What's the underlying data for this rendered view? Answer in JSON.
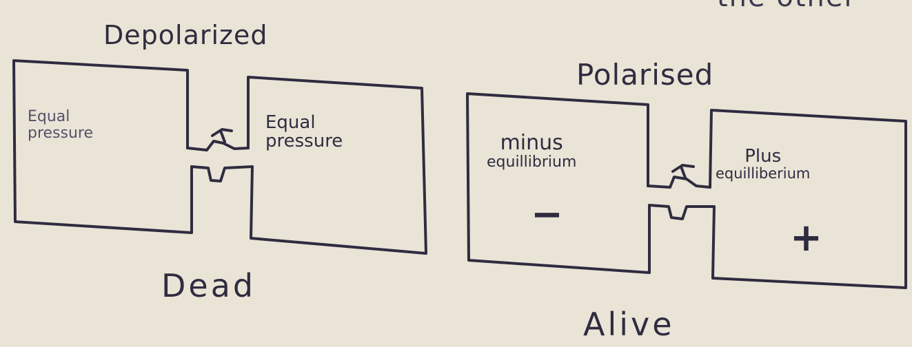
{
  "top_fragment": "the other",
  "left": {
    "title": "Depolarized",
    "box1_line1": "Equal",
    "box1_line2": "pressure",
    "box2_line1": "Equal",
    "box2_line2": "pressure",
    "caption": "Dead"
  },
  "right": {
    "title": "Polarised",
    "box1_line1": "minus",
    "box1_line2": "equillibrium",
    "box1_sign": "−",
    "box2_line1": "Plus",
    "box2_line2": "equilliberium",
    "box2_sign": "+",
    "caption": "Alive"
  }
}
